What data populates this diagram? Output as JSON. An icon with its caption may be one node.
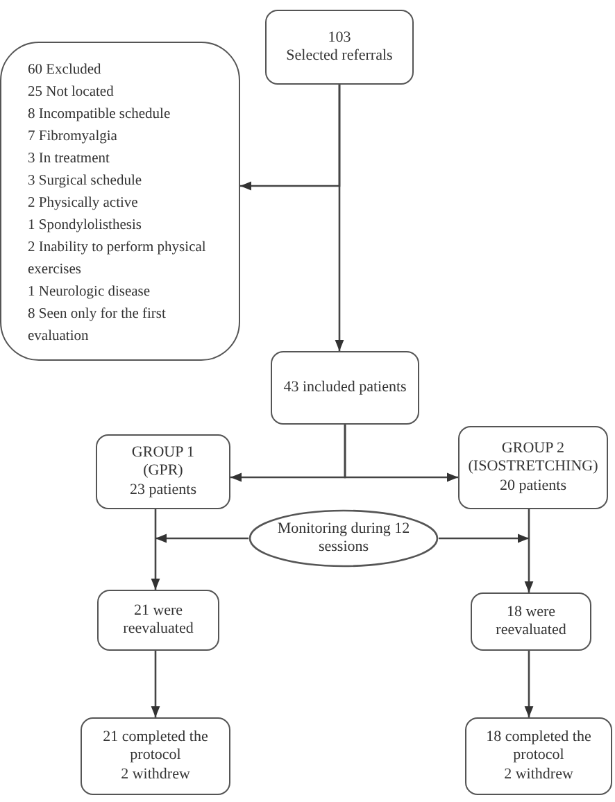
{
  "diagram": {
    "nodes": [
      {
        "text": [
          "103",
          "Selected referrals"
        ]
      },
      {
        "text": [
          "60 Excluded",
          "25 Not located",
          "8 Incompatible schedule",
          "7 Fibromyalgia",
          "3 In treatment",
          "3 Surgical schedule",
          "2 Physically active",
          "1 Spondylolisthesis",
          "2 Inability to perform physical exercises",
          "1 Neurologic disease",
          "8 Seen only for the first evaluation"
        ]
      },
      {
        "text": [
          "43 included patients"
        ]
      },
      {
        "text": [
          "GROUP 1",
          "(GPR)",
          "23 patients"
        ]
      },
      {
        "text": [
          "GROUP 2",
          "(ISOSTRETCHING)",
          "20 patients"
        ]
      },
      {
        "text": [
          "Monitoring during 12 sessions"
        ]
      },
      {
        "text": [
          "21 were reevaluated"
        ]
      },
      {
        "text": [
          "18 were reevaluated"
        ]
      },
      {
        "text": [
          "21 completed the protocol",
          "2 withdrew"
        ]
      },
      {
        "text": [
          "18 completed the protocol",
          "2 withdrew"
        ]
      }
    ],
    "edges": [
      {
        "from": 0,
        "to": 2,
        "arrow": "to"
      },
      {
        "from": 0,
        "to": 1,
        "arrow": "to"
      },
      {
        "from": 2,
        "to": 3,
        "arrow": "to"
      },
      {
        "from": 2,
        "to": 4,
        "arrow": "to"
      },
      {
        "from": 3,
        "to": 6,
        "arrow": "to"
      },
      {
        "from": 4,
        "to": 7,
        "arrow": "to"
      },
      {
        "from": 5,
        "to": 3,
        "arrow": "to"
      },
      {
        "from": 5,
        "to": 4,
        "arrow": "to"
      },
      {
        "from": 6,
        "to": 8,
        "arrow": "to"
      },
      {
        "from": 7,
        "to": 9,
        "arrow": "to"
      }
    ]
  }
}
